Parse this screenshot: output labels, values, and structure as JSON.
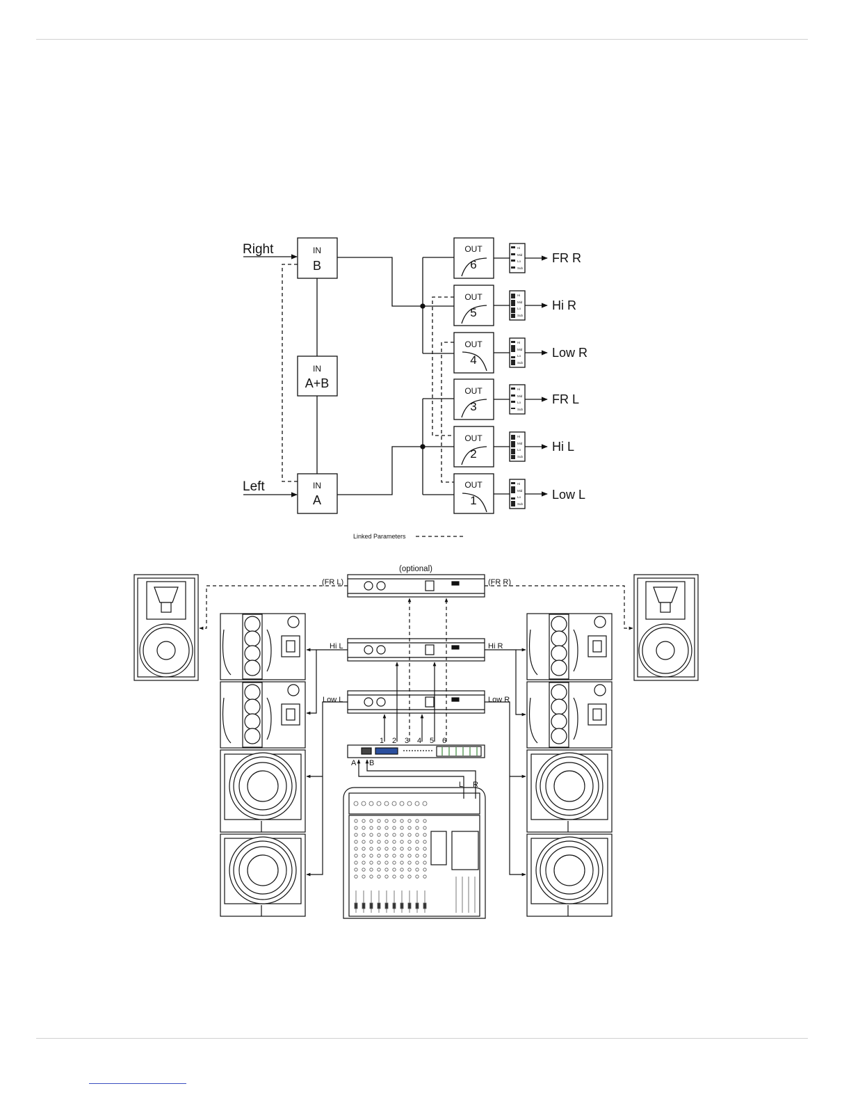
{
  "routing": {
    "inputs": {
      "right": "Right",
      "left": "Left",
      "in_b": {
        "tag": "IN",
        "name": "B"
      },
      "in_ab": {
        "tag": "IN",
        "name": "A+B"
      },
      "in_a": {
        "tag": "IN",
        "name": "A"
      }
    },
    "out_tag": "OUT",
    "outputs": [
      {
        "num": "6",
        "label": "FR R"
      },
      {
        "num": "5",
        "label": "Hi R"
      },
      {
        "num": "4",
        "label": "Low R"
      },
      {
        "num": "3",
        "label": "FR L"
      },
      {
        "num": "2",
        "label": "Hi L"
      },
      {
        "num": "1",
        "label": "Low L"
      }
    ],
    "band_labels": [
      "Hi",
      "Mid",
      "Lo",
      "Sub"
    ],
    "legend": "Linked Parameters"
  },
  "setup": {
    "optional": "(optional)",
    "labels": {
      "fr_l": "(FR L)",
      "fr_r": "(FR R)",
      "hi_l": "Hi L",
      "hi_r": "Hi R",
      "low_l": "Low L",
      "low_r": "Low R",
      "in_a": "A",
      "in_b": "B",
      "mix_l": "L",
      "mix_r": "R"
    },
    "channels": [
      "1",
      "2",
      "3",
      "4",
      "5",
      "6"
    ]
  }
}
